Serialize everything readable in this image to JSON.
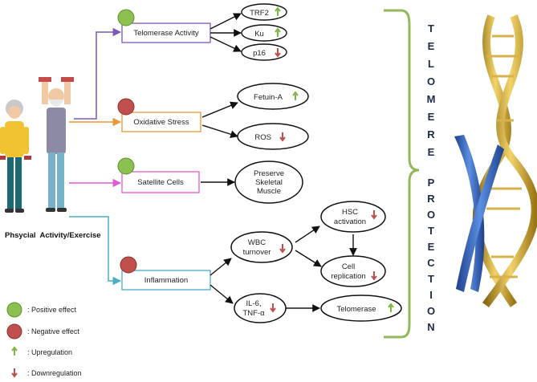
{
  "caption": "Phsycial  Activity/Exercise",
  "pathways": [
    {
      "name": "Telomerase Activity",
      "effect": "positive",
      "outcomes": [
        {
          "label": "TRF2",
          "direction": "up"
        },
        {
          "label": "Ku",
          "direction": "up"
        },
        {
          "label": "p16",
          "direction": "down"
        }
      ]
    },
    {
      "name": "Oxidative Stress",
      "effect": "negative",
      "outcomes": [
        {
          "label": "Fetuin-A",
          "direction": "up"
        },
        {
          "label": "ROS",
          "direction": "down"
        }
      ]
    },
    {
      "name": "Satellite Cells",
      "effect": "positive",
      "outcomes": [
        {
          "label": "Preserve Skeletal Muscle",
          "direction": ""
        }
      ]
    },
    {
      "name": "Inflammation",
      "effect": "negative",
      "outcomes": [
        {
          "label": "WBC turnover",
          "direction": "down"
        },
        {
          "label": "IL-6, TNF-α",
          "direction": "down"
        },
        {
          "label": "HSC activation",
          "direction": "down"
        },
        {
          "label": "Cell replication",
          "direction": "down"
        },
        {
          "label": "Telomerase",
          "direction": "up"
        }
      ]
    }
  ],
  "side_label": {
    "top": "TELOMERE",
    "bottom": "PROTECTION"
  },
  "legend": [
    {
      "symbol": "green-circle",
      "text": ": Positive effect"
    },
    {
      "symbol": "red-circle",
      "text": ": Negative effect"
    },
    {
      "symbol": "up-arrow",
      "text": ": Upregulation"
    },
    {
      "symbol": "down-arrow",
      "text": ": Downregulation"
    }
  ],
  "colors": {
    "positive": "#8cc152",
    "negative": "#c0504d",
    "up_arrow": "#7fb743",
    "down_arrow": "#c0504d",
    "telomerase_line": "#7b58b5",
    "oxidative_line": "#e7963a",
    "satellite_line": "#e05bd6",
    "inflammation_line": "#4bacc6",
    "bracket": "#94b95c"
  }
}
